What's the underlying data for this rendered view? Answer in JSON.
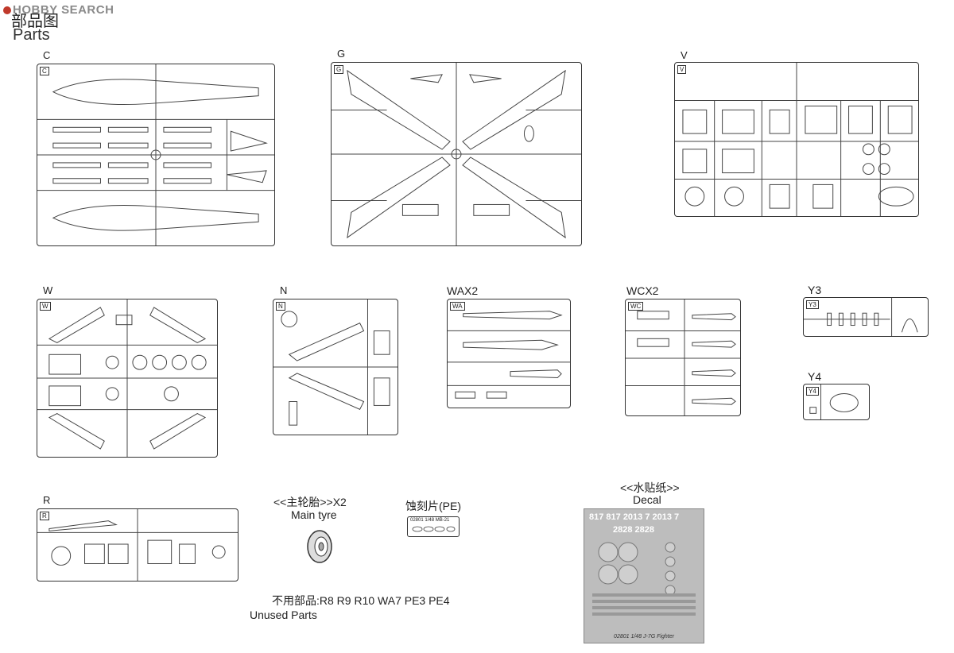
{
  "watermark": "HOBBY SEARCH",
  "page": {
    "title_cn": "部品图",
    "title_en": "Parts"
  },
  "sprues": {
    "C": {
      "label": "C",
      "tag": "C"
    },
    "G": {
      "label": "G",
      "tag": "G"
    },
    "V": {
      "label": "V",
      "tag": "V"
    },
    "W": {
      "label": "W",
      "tag": "W"
    },
    "N": {
      "label": "N",
      "tag": "N"
    },
    "WAX2": {
      "label": "WAX2",
      "tag": "WA"
    },
    "WCX2": {
      "label": "WCX2",
      "tag": "WC"
    },
    "Y3": {
      "label": "Y3",
      "tag": "Y3"
    },
    "Y4": {
      "label": "Y4",
      "tag": "Y4"
    },
    "R": {
      "label": "R",
      "tag": "R"
    }
  },
  "main_tyre": {
    "label_cn": "<<主轮胎>>X2",
    "label_en": "Main tyre"
  },
  "photo_etch": {
    "label": "蚀刻片(PE)",
    "code": "02801 1/48 MB-21"
  },
  "decal": {
    "label_cn": "<<水贴纸>>",
    "label_en": "Decal",
    "row1": "817 817 2013 7 2013 7",
    "row2": "2828  2828",
    "caption": "02801 1/48 J-7G Fighter"
  },
  "unused": {
    "label_cn": "不用部品:R8 R9 R10 WA7 PE3 PE4",
    "label_en": "Unused Parts"
  }
}
